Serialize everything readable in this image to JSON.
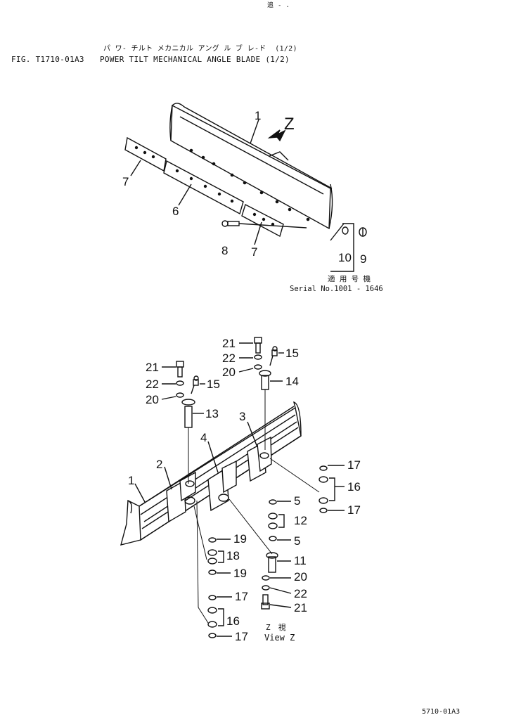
{
  "header": {
    "corner_mark": "追 - .",
    "title_jp": "パ ワ- チルト メカニカル アング ル ブ レ-ド  (1/2)",
    "figure_number": "FIG. T1710-01A3",
    "title_en": "POWER TILT MECHANICAL ANGLE BLADE (1/2)"
  },
  "top_view": {
    "view_arrow_label": "Z",
    "applicability_jp": "適 用 号 機",
    "serial_range": "Serial No.1001 - 1646",
    "callouts": [
      "1",
      "7",
      "6",
      "8",
      "7",
      "10",
      "9"
    ]
  },
  "bottom_view": {
    "callouts_left": [
      "21",
      "22",
      "20",
      "15",
      "13",
      "1",
      "2",
      "4",
      "19",
      "18",
      "19",
      "17",
      "16",
      "17"
    ],
    "callouts_right": [
      "21",
      "22",
      "20",
      "15",
      "14",
      "3",
      "17",
      "16",
      "17",
      "5",
      "12",
      "5",
      "11",
      "20",
      "22",
      "21"
    ],
    "view_label_jp": "Z　視",
    "view_label_en": "View Z"
  },
  "footer": {
    "page_code": "5710-01A3"
  }
}
